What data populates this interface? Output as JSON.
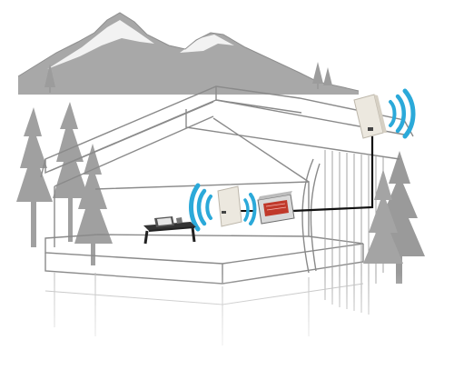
{
  "diagram": {
    "components": [
      {
        "name": "outdoor-antenna",
        "icon": "panel-antenna-icon"
      },
      {
        "name": "indoor-antenna",
        "icon": "panel-antenna-icon"
      },
      {
        "name": "signal-booster",
        "icon": "amplifier-icon"
      },
      {
        "name": "phone-on-table",
        "icon": "smartphone-icon"
      }
    ],
    "colors": {
      "signal": "#2ba9d9",
      "structure": "#8c8c8c",
      "tree": "#9a9a9a",
      "mountain": "#a6a6a6",
      "panel": "#ece8df",
      "booster_display": "#c0392b",
      "cable": "#111111"
    }
  }
}
